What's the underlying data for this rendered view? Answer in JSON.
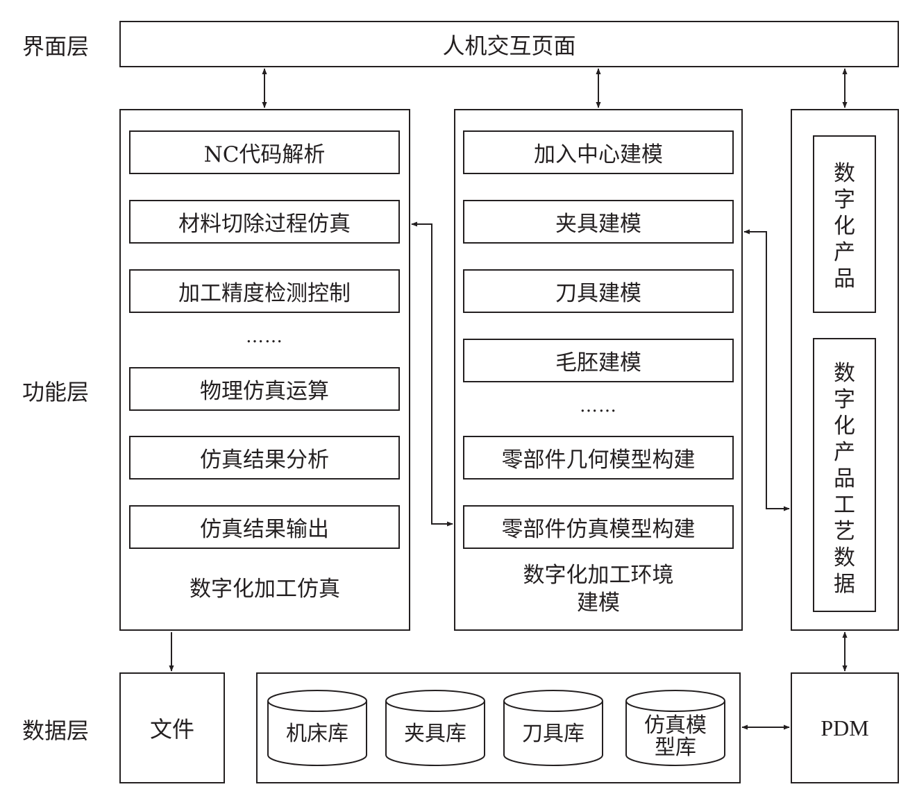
{
  "layers": {
    "interface": "界面层",
    "function": "功能层",
    "data": "数据层"
  },
  "hmi": "人机交互页面",
  "simulation": {
    "items": [
      "NC代码解析",
      "材料切除过程仿真",
      "加工精度检测控制"
    ],
    "ellipsis": "……",
    "items2": [
      "物理仿真运算",
      "仿真结果分析",
      "仿真结果输出"
    ],
    "caption": "数字化加工仿真"
  },
  "environment": {
    "items": [
      "加入中心建模",
      "夹具建模",
      "刀具建模",
      "毛胚建模"
    ],
    "ellipsis": "……",
    "items2": [
      "零部件几何模型构建",
      "零部件仿真模型构建"
    ],
    "caption_line1": "数字化加工环境",
    "caption_line2": "建模"
  },
  "product": {
    "digital_product": "数字化产品",
    "process_data": "数字化产品工艺数据"
  },
  "data_layer": {
    "file": "文件",
    "libraries": [
      "机床库",
      "夹具库",
      "刀具库"
    ],
    "sim_lib_line1": "仿真模",
    "sim_lib_line2": "型库",
    "pdm": "PDM"
  }
}
